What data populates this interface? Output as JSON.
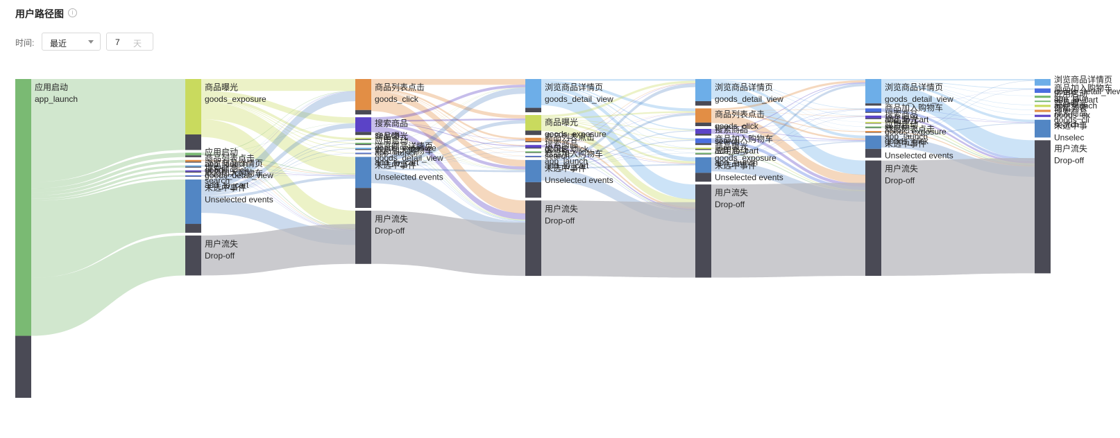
{
  "header": {
    "title": "用户路径图",
    "info_icon": "info-circle-icon"
  },
  "filters": {
    "time_label": "时间:",
    "range_select": "最近",
    "days_value": "7",
    "days_unit": "天"
  },
  "colors": {
    "app_launch": "#7aba73",
    "goods_exposure": "#c9da5e",
    "goods_click": "#e28e45",
    "search": "#5b43c7",
    "goods_detail_view": "#6daee8",
    "add_to_cart": "#4a6fe0",
    "unselected": "#5286c4",
    "dropoff": "#4a4a55"
  },
  "chart_data": {
    "type": "sankey",
    "steps": [
      [
        {
          "id": "app_launch",
          "cn": "应用启动",
          "en": "app_launch",
          "value": 72,
          "out": 58
        }
      ],
      [
        {
          "id": "goods_exposure",
          "cn": "商品曝光",
          "en": "goods_exposure",
          "value": 16,
          "out": 12.5
        },
        {
          "id": "app_launch",
          "cn": "应用启动",
          "en": "app_launch",
          "value": 1,
          "out": 0.6
        },
        {
          "id": "goods_click",
          "cn": "商品列表点击",
          "en": "goods_click",
          "value": 0.6,
          "out": 0.4
        },
        {
          "id": "goods_detail_view",
          "cn": "浏览商品详情页",
          "en": "goods_detail_view",
          "value": 0.5,
          "out": 0.3
        },
        {
          "id": "search",
          "cn": "搜索商品",
          "en": "search",
          "value": 0.5,
          "out": 0.3
        },
        {
          "id": "add_to_cart",
          "cn": "商品加入购物车",
          "en": "add_to_cart",
          "value": 0.3,
          "out": 0.2
        },
        {
          "id": "unselected",
          "cn": "未选中事件",
          "en": "Unselected events",
          "value": 12,
          "out": 10
        },
        {
          "id": "dropoff",
          "cn": "用户流失",
          "en": "Drop-off",
          "value": 9,
          "out": 0
        }
      ],
      [
        {
          "id": "goods_click",
          "cn": "商品列表点击",
          "en": "goods_click",
          "value": 8,
          "out": 7
        },
        {
          "id": "search",
          "cn": "搜索商品",
          "en": "search",
          "value": 4,
          "out": 3.3
        },
        {
          "id": "goods_exposure",
          "cn": "商品曝光",
          "en": "goods_exposure",
          "value": 0.5,
          "out": 0.3
        },
        {
          "id": "app_launch",
          "cn": "应用启动",
          "en": "app_launch",
          "value": 0.5,
          "out": 0.3
        },
        {
          "id": "goods_detail_view",
          "cn": "浏览商品详情页",
          "en": "goods_detail_view",
          "value": 0.5,
          "out": 0.3
        },
        {
          "id": "add_to_cart",
          "cn": "商品加入购物车",
          "en": "add_to_cart",
          "value": 0.3,
          "out": 0.2
        },
        {
          "id": "unselected",
          "cn": "未选中事件",
          "en": "Unselected events",
          "value": 11.5,
          "out": 7
        },
        {
          "id": "dropoff",
          "cn": "用户流失",
          "en": "Drop-off",
          "value": 12,
          "out": 0
        }
      ],
      [
        {
          "id": "goods_detail_view",
          "cn": "浏览商品详情页",
          "en": "goods_detail_view",
          "value": 7.5,
          "out": 6.5
        },
        {
          "id": "goods_exposure",
          "cn": "商品曝光",
          "en": "goods_exposure",
          "value": 4.5,
          "out": 3.5
        },
        {
          "id": "goods_click",
          "cn": "商品列表点击",
          "en": "goods_click",
          "value": 1,
          "out": 0.8
        },
        {
          "id": "search",
          "cn": "搜索商品",
          "en": "search",
          "value": 0.8,
          "out": 0.6
        },
        {
          "id": "app_launch",
          "cn": "应用启动",
          "en": "app_launch",
          "value": 0.4,
          "out": 0.3
        },
        {
          "id": "add_to_cart",
          "cn": "商品加入购物车",
          "en": "add_to_cart",
          "value": 0.3,
          "out": 0.2
        },
        {
          "id": "unselected",
          "cn": "未选中事件",
          "en": "Unselected events",
          "value": 8.5,
          "out": 5
        },
        {
          "id": "dropoff",
          "cn": "用户流失",
          "en": "Drop-off",
          "value": 17,
          "out": 0
        }
      ],
      [
        {
          "id": "goods_detail_view",
          "cn": "浏览商品详情页",
          "en": "goods_detail_view",
          "value": 6,
          "out": 5
        },
        {
          "id": "goods_click",
          "cn": "商品列表点击",
          "en": "goods_click",
          "value": 4,
          "out": 3.2
        },
        {
          "id": "search",
          "cn": "搜索商品",
          "en": "search",
          "value": 1.5,
          "out": 1.1
        },
        {
          "id": "add_to_cart",
          "cn": "商品加入购物车",
          "en": "add_to_cart",
          "value": 1.5,
          "out": 1.1
        },
        {
          "id": "goods_exposure",
          "cn": "商品曝光",
          "en": "goods_exposure",
          "value": 0.5,
          "out": 0.3
        },
        {
          "id": "app_launch",
          "cn": "应用启动",
          "en": "app_launch",
          "value": 0.4,
          "out": 0.3
        },
        {
          "id": "unselected",
          "cn": "未选中事件",
          "en": "Unselected events",
          "value": 5.5,
          "out": 3.5
        },
        {
          "id": "dropoff",
          "cn": "用户流失",
          "en": "Drop-off",
          "value": 21,
          "out": 0
        }
      ],
      [
        {
          "id": "goods_detail_view",
          "cn": "浏览商品详情页",
          "en": "goods_detail_view",
          "value": 6,
          "out": 5.5
        },
        {
          "id": "add_to_cart",
          "cn": "商品加入购物车",
          "en": "add_to_cart",
          "value": 1,
          "out": 0.8
        },
        {
          "id": "search",
          "cn": "搜索商品",
          "en": "search",
          "value": 0.8,
          "out": 0.6
        },
        {
          "id": "goods_exposure",
          "cn": "商品曝光",
          "en": "goods_exposure",
          "value": 0.4,
          "out": 0.3
        },
        {
          "id": "app_launch",
          "cn": "应用启动",
          "en": "app_launch",
          "value": 0.4,
          "out": 0.3
        },
        {
          "id": "goods_click",
          "cn": "商品列表点击",
          "en": "goods_click",
          "value": 0.4,
          "out": 0.3
        },
        {
          "id": "unselected",
          "cn": "未选中事件",
          "en": "Unselected events",
          "value": 5,
          "out": 3
        },
        {
          "id": "dropoff",
          "cn": "用户流失",
          "en": "Drop-off",
          "value": 26,
          "out": 0
        }
      ],
      [
        {
          "id": "goods_detail_view",
          "cn": "浏览商品详情页",
          "en": "goods_detail_view",
          "value": 1.5,
          "out": 1.5
        },
        {
          "id": "add_to_cart",
          "cn": "商品加入购物车",
          "en": "add_to_cart",
          "value": 1,
          "out": 1
        },
        {
          "id": "app_launch",
          "cn": "应用启动",
          "en": "app_launch",
          "value": 0.5,
          "out": 0.5
        },
        {
          "id": "app_launch_2",
          "cn": "",
          "en": "app_laun",
          "value": 0.3,
          "out": 0.3
        },
        {
          "id": "goods_exposure",
          "cn": "商品曝光",
          "en": "goods_ex",
          "value": 0.5,
          "out": 0.5
        },
        {
          "id": "goods_click",
          "cn": "商品列表",
          "en": "goods_cli",
          "value": 0.5,
          "out": 0.5
        },
        {
          "id": "search",
          "cn": "搜索商品",
          "en": "search",
          "value": 0.5,
          "out": 0.5
        },
        {
          "id": "unselected",
          "cn": "未选中事",
          "en": "Unselec",
          "value": 4,
          "out": 4
        },
        {
          "id": "dropoff",
          "cn": "用户流失",
          "en": "Drop-off",
          "value": 30,
          "out": 0
        }
      ]
    ]
  }
}
